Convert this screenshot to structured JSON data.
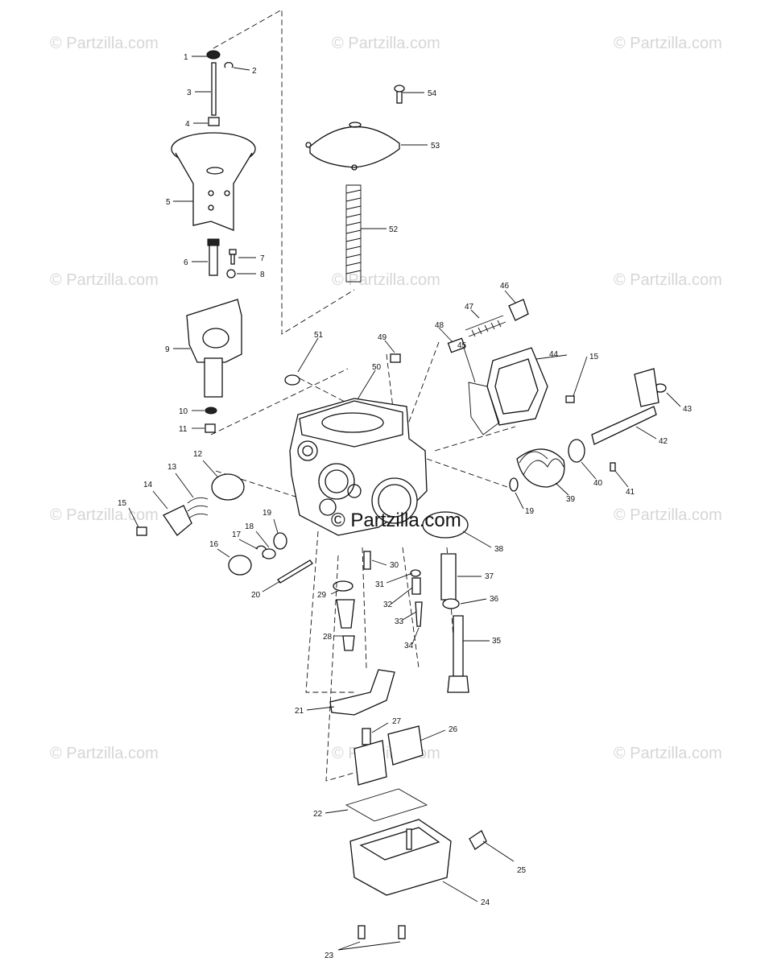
{
  "watermarks": {
    "text": "© Partzilla.com",
    "center_text": "© Partzilla.com"
  },
  "callouts": [
    "1",
    "2",
    "3",
    "4",
    "5",
    "6",
    "7",
    "8",
    "9",
    "10",
    "11",
    "12",
    "13",
    "14",
    "15",
    "15",
    "16",
    "17",
    "18",
    "19",
    "19",
    "20",
    "21",
    "22",
    "23",
    "24",
    "25",
    "26",
    "27",
    "28",
    "29",
    "30",
    "31",
    "32",
    "33",
    "34",
    "35",
    "36",
    "37",
    "38",
    "39",
    "40",
    "41",
    "42",
    "43",
    "44",
    "45",
    "46",
    "47",
    "48",
    "49",
    "50",
    "51",
    "52",
    "53",
    "54"
  ],
  "colors": {
    "line": "#111111",
    "watermark": "#d6d6d6",
    "background": "#ffffff"
  }
}
